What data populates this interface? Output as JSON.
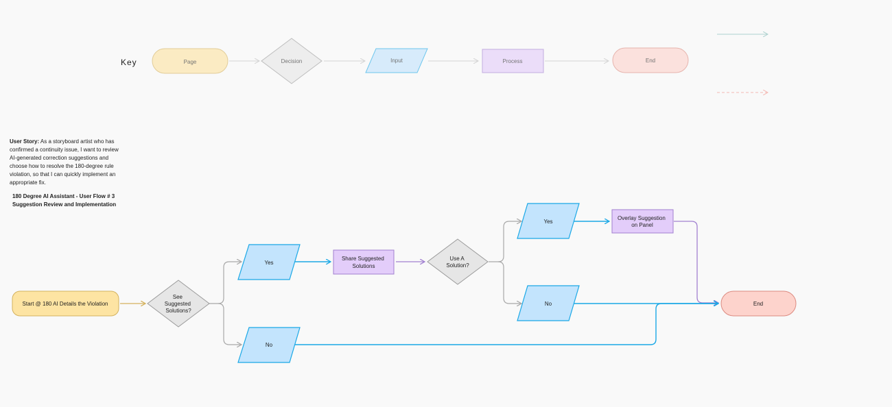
{
  "key": {
    "title": "Key",
    "page": "Page",
    "decision": "Decision",
    "input": "Input",
    "process": "Process",
    "end": "End"
  },
  "user_story": {
    "label": "User Story:",
    "text": "As a storyboard artist who has confirmed a continuity issue, I want to review AI-generated correction suggestions and choose how to resolve the 180-degree rule violation, so that I can quickly implement an appropriate fix."
  },
  "flow_title": {
    "line1": "180 Degree AI Assistant - User Flow # 3",
    "line2": "Suggestion Review and Implementation"
  },
  "nodes": {
    "start": "Start @ 180 AI Details the Violation",
    "see_line1": "See",
    "see_line2": "Suggested",
    "see_line3": "Solutions?",
    "yes1": "Yes",
    "no1": "No",
    "share_line1": "Share Suggested",
    "share_line2": "Solutions",
    "use_line1": "Use A",
    "use_line2": "Solution?",
    "yes2": "Yes",
    "no2": "No",
    "overlay_line1": "Overlay Suggestion",
    "overlay_line2": "on Panel",
    "end": "End"
  },
  "colors": {
    "page_fill": "#fde4a3",
    "page_stroke": "#d4b25e",
    "decision_fill": "#e6e6e6",
    "decision_stroke": "#9a9a9a",
    "input_fill": "#c3e4fd",
    "input_stroke": "#1aa8e6",
    "process_fill": "#e3cdfa",
    "process_stroke": "#a180d0",
    "end_fill": "#fdd3cc",
    "end_stroke": "#dc8a80",
    "arrow_gray": "#a8a8a8",
    "arrow_blue": "#1aa8e6",
    "arrow_purple": "#a180d0",
    "arrow_tan": "#d4b25e",
    "legend_teal": "#7fb9b5",
    "legend_coral": "#f2938a"
  }
}
